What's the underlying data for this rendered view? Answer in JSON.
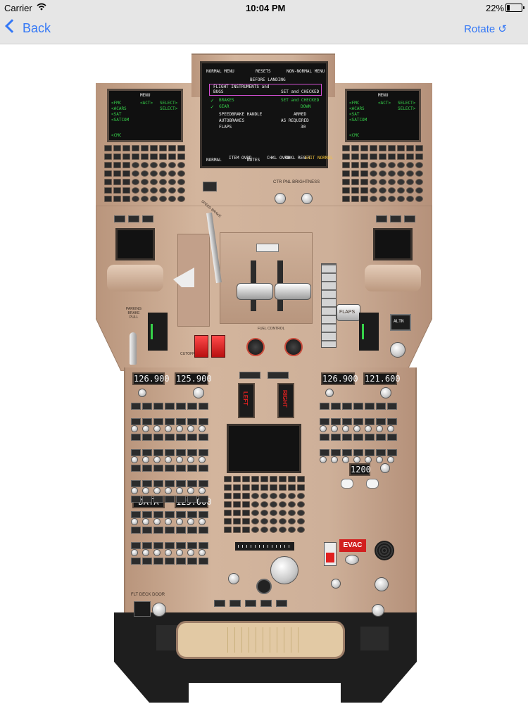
{
  "status_bar": {
    "carrier": "Carrier",
    "time": "10:04 PM",
    "battery": "22%",
    "battery_level": 0.22
  },
  "nav": {
    "back_label": "Back",
    "rotate_label": "Rotate ↺"
  },
  "checklist": {
    "tabs": [
      "NORMAL MENU",
      "RESETS",
      "NON-NORMAL MENU"
    ],
    "title": "BEFORE LANDING",
    "items": [
      {
        "text": "FLIGHT INSTRUMENTS and",
        "value": ""
      },
      {
        "text": "BUGS",
        "value": "SET and CHECKED"
      },
      {
        "text": "BRAKES",
        "value": "SET and CHECKED"
      },
      {
        "text": "GEAR",
        "value": "DOWN"
      },
      {
        "text": "SPEEDBRAKE HANDLE",
        "value": "ARMED"
      },
      {
        "text": "AUTOBRAKES",
        "value": "AS REQUIRED"
      },
      {
        "text": "FLAPS",
        "value": "30"
      }
    ],
    "bottom_buttons": [
      "NORMAL",
      "ITEM OVRD",
      "NOTES",
      "CHKL OVRD",
      "CHKL RESET",
      "EXIT NORMAL"
    ]
  },
  "cdu_left": {
    "title": "MENU",
    "lines": [
      "<FMC",
      "<ACARS",
      "<SAT",
      "<SATCOM",
      "",
      "<CMC"
    ],
    "right_lines": [
      "<ACT>",
      "SELECT>",
      "SELECT>"
    ]
  },
  "cdu_right": {
    "title": "MENU",
    "lines": [
      "<FMC",
      "<ACARS",
      "<SAT",
      "<SATCOM",
      "",
      "<CMC"
    ],
    "right_lines": [
      "<ACT>",
      "SELECT>",
      "SELECT>"
    ]
  },
  "labels": {
    "ctr_brightness": "CTR PNL BRIGHTNESS",
    "speedbrake": "SPEED BRAKE",
    "parking_brake": "PARKING BRAKE PULL",
    "flaps": "FLAPS",
    "fuel_control": "FUEL CONTROL",
    "cutoff": "CUTOFF",
    "engine_fire_left": "LEFT",
    "engine_fire_right": "RIGHT",
    "evac": "EVAC",
    "flt_deck_door": "FLT DECK DOOR",
    "alt_button": "ALTN"
  },
  "radios": {
    "left_active": "126.900",
    "left_standby": "125.900",
    "right_active": "126.900",
    "right_standby": "121.600",
    "bottom_left_active": "DATA",
    "bottom_left_standby": "125.000",
    "transponder": "1200"
  },
  "colors": {
    "panel_tan": "#c9a88f",
    "screen_green": "#36d24a",
    "fire_red": "#e02020",
    "evac_red": "#d21f1f",
    "ios_blue": "#3478f6"
  }
}
